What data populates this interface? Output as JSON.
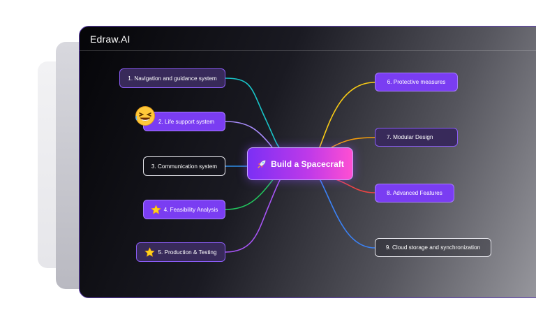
{
  "app": {
    "title": "Edraw.AI"
  },
  "mindmap": {
    "central": {
      "label": "Build a Spacecraft",
      "icon": "rocket-icon"
    },
    "branches": [
      {
        "label": "1. Navigation and guidance system",
        "color": "#19c5c9"
      },
      {
        "label": "2. Life support system",
        "color": "#a78bfa",
        "badge": "grinning-squint-emoji"
      },
      {
        "label": "3. Communication system",
        "color": "#2f8ee8"
      },
      {
        "label": "4. Feasibility Analysis",
        "color": "#22c55e",
        "icon": "star-icon"
      },
      {
        "label": "5. Production & Testing",
        "color": "#a855f7",
        "icon": "star-icon"
      },
      {
        "label": "6. Protective measures",
        "color": "#facc15"
      },
      {
        "label": "7. Modular Design",
        "color": "#f59e0b"
      },
      {
        "label": "8. Advanced Features",
        "color": "#ef4444"
      },
      {
        "label": "9. Cloud storage and synchronization",
        "color": "#3b82f6"
      }
    ]
  }
}
